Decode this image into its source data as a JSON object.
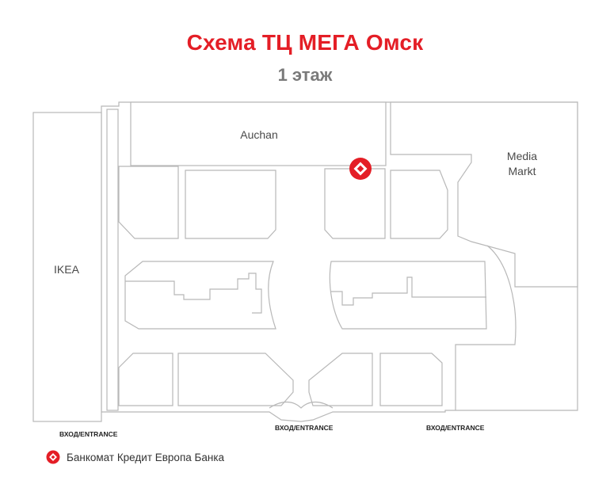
{
  "header": {
    "title": "Схема ТЦ МЕГА Омск",
    "floor": "1 этаж"
  },
  "stores": {
    "ikea": "IKEA",
    "auchan": "Auchan",
    "media_line1": "Media",
    "media_line2": "Markt"
  },
  "entrances": {
    "left": "ВХОД/ENTRANCE",
    "center": "ВХОД/ENTRANCE",
    "right": "ВХОД/ENTRANCE"
  },
  "legend": {
    "atm_label": "Банкомат Кредит Европа Банка"
  },
  "colors": {
    "accent": "#e41e26",
    "walls": "#b8b8b8",
    "subtitle": "#7a7a7a"
  },
  "icons": {
    "atm_marker": "red-diamond-circle-icon"
  }
}
